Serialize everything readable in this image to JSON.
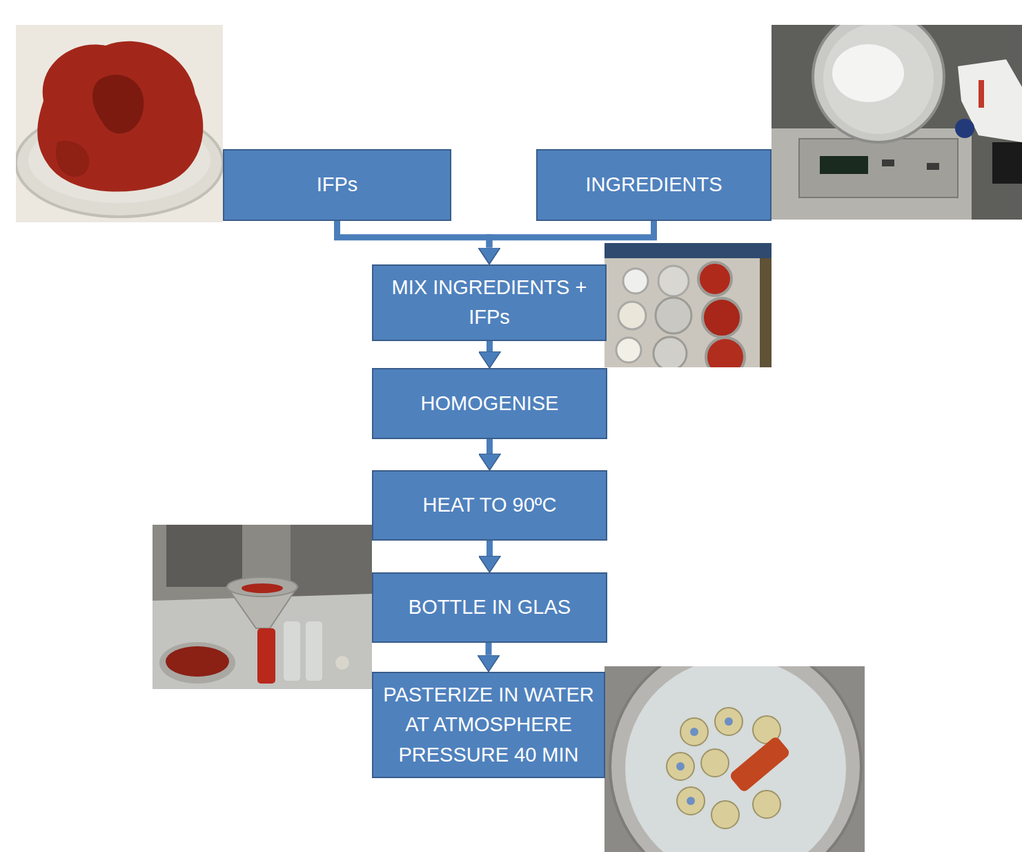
{
  "diagram": {
    "nodes": [
      {
        "text": [
          "IFPs"
        ]
      },
      {
        "text": [
          "INGREDIENTS"
        ]
      },
      {
        "text": [
          "MIX INGREDIENTS + IFPs"
        ]
      },
      {
        "text": [
          "HOMOGENISE"
        ]
      },
      {
        "text": [
          "HEAT TO 90ºC"
        ]
      },
      {
        "text": [
          "BOTTLE IN GLAS"
        ]
      },
      {
        "text": [
          "PASTERIZE IN WATER AT ATMOSPHERE PRESSURE 40 MIN"
        ]
      }
    ],
    "edges": [
      {
        "from": 0,
        "to": 2,
        "arrow": "to"
      },
      {
        "from": 1,
        "to": 2,
        "arrow": "to"
      },
      {
        "from": 2,
        "to": 3,
        "arrow": "to"
      },
      {
        "from": 3,
        "to": 4,
        "arrow": "to"
      },
      {
        "from": 4,
        "to": 5,
        "arrow": "to"
      },
      {
        "from": 5,
        "to": 6,
        "arrow": "to"
      }
    ]
  }
}
